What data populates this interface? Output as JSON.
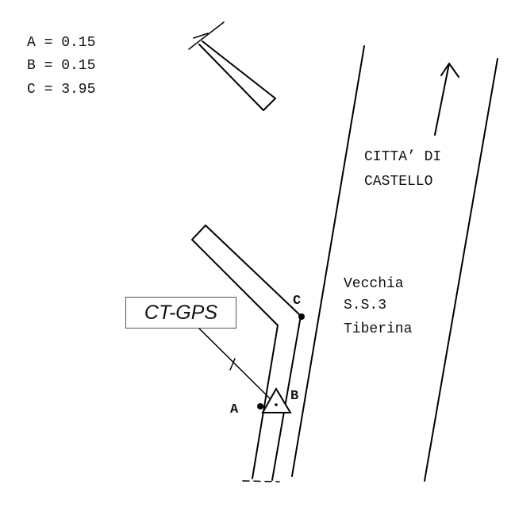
{
  "legend": {
    "line_a": "A = 0.15",
    "line_b": "B = 0.15",
    "line_c": "C = 3.95"
  },
  "direction_label": {
    "line1": "CITTA’ DI",
    "line2": "CASTELLO"
  },
  "road_label": {
    "line1": "Vecchia",
    "line2": "S.S.3",
    "line3": "Tiberina"
  },
  "point_labels": {
    "a": "A",
    "b": "B",
    "c": "C"
  },
  "station_label": "CT-GPS"
}
